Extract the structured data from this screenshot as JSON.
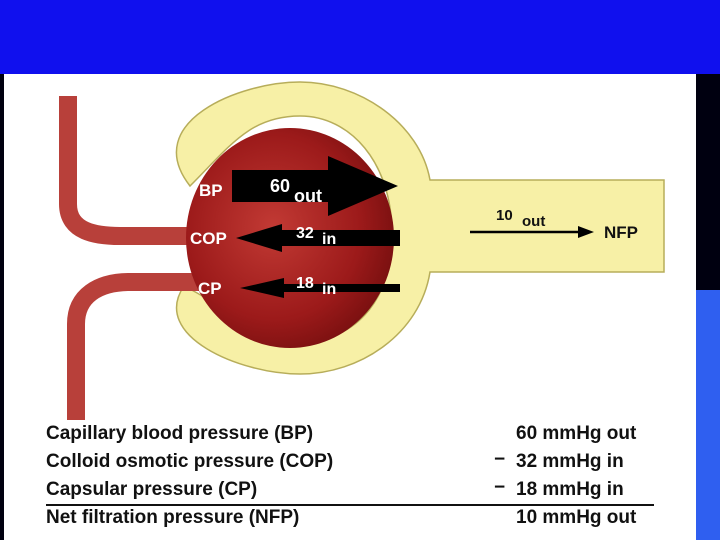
{
  "diagram": {
    "bp": {
      "label": "BP",
      "value": "60",
      "direction": "out"
    },
    "cop": {
      "label": "COP",
      "value": "32",
      "direction": "in"
    },
    "cp": {
      "label": "CP",
      "value": "18",
      "direction": "in"
    },
    "net": {
      "value": "10",
      "direction": "out",
      "label": "NFP"
    }
  },
  "table": {
    "rows": [
      {
        "label": "Capillary blood pressure (BP)",
        "sign": "",
        "value": "60 mmHg out"
      },
      {
        "label": "Colloid osmotic pressure (COP)",
        "sign": "−",
        "value": "32 mmHg in"
      },
      {
        "label": "Capsular pressure (CP)",
        "sign": "−",
        "value": "18 mmHg in"
      }
    ],
    "total": {
      "label": "Net filtration pressure (NFP)",
      "value": "10 mmHg out"
    }
  },
  "colors": {
    "header_blue": "#1010ee",
    "capsule_yellow": "#f7f0a6",
    "glomerulus_red": "#9c1a1a",
    "arteriole_red": "#b8403a",
    "text_white": "#ffffff",
    "text_black": "#111111"
  }
}
